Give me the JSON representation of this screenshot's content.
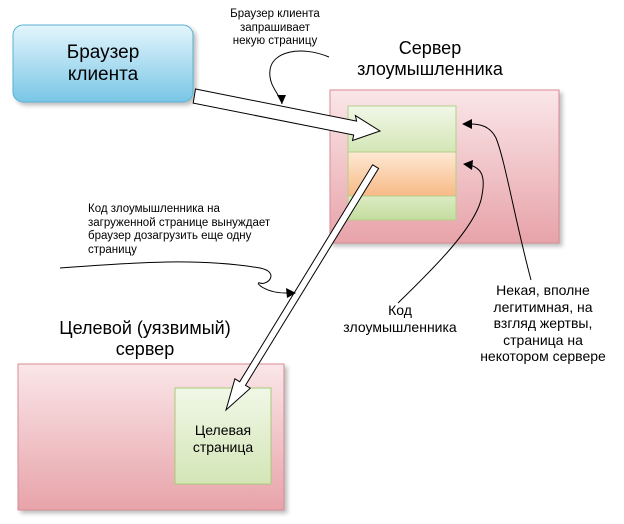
{
  "browser": {
    "label_line1": "Браузер",
    "label_line2": "клиента"
  },
  "attacker_server": {
    "title_line1": "Сервер",
    "title_line2": "злоумышленника"
  },
  "target_server": {
    "title_line1": "Целевой (уязвимый)",
    "title_line2": "сервер"
  },
  "target_page": {
    "label_line1": "Целевая",
    "label_line2": "страница"
  },
  "annotations": {
    "request": [
      "Браузер клиента",
      "запрашивает",
      "некую страницу"
    ],
    "attacker_code_effect": [
      "Код злоумышленника на",
      "загруженной странице вынуждает",
      "браузер дозагрузить еще одну",
      "страницу"
    ],
    "attacker_code": [
      "Код",
      "злоумышленника"
    ],
    "legit_page": [
      "Некая, вполне",
      "легитимная, на",
      "взгляд жертвы,",
      "страница на",
      "некотором сервере"
    ]
  },
  "colors": {
    "browser_fill_top": "#d9f1fb",
    "browser_fill_bottom": "#7ecbe9",
    "browser_stroke": "#5ab2d6",
    "server_fill_top": "#f9e2e5",
    "server_fill_bottom": "#e9a9ae",
    "server_stroke": "#d98c94",
    "page_green_top": "#eef5e2",
    "page_green_bottom": "#cfe3b0",
    "page_stroke": "#a9c97a",
    "page_orange_top": "#fde7cf",
    "page_orange_bottom": "#f9bf8d"
  }
}
